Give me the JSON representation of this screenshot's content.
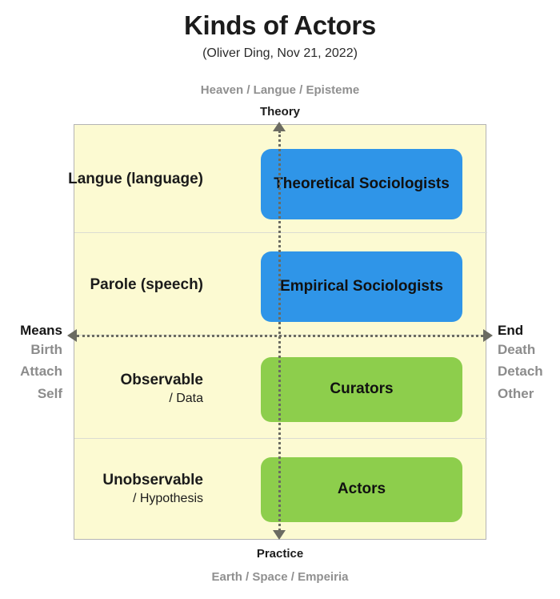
{
  "header": {
    "title": "Kinds of Actors",
    "subtitle": "(Oliver Ding, Nov 21, 2022)"
  },
  "axes": {
    "top": {
      "muted": "Heaven / Langue / Episteme",
      "strong": "Theory"
    },
    "bottom": {
      "strong": "Practice",
      "muted": "Earth / Space / Empeiria"
    },
    "left": {
      "head": "Means",
      "items": [
        "Birth",
        "Attach",
        "Self"
      ]
    },
    "right": {
      "head": "End",
      "items": [
        "Death",
        "Detach",
        "Other"
      ]
    }
  },
  "rows": [
    {
      "label": "Langue (language)",
      "sub": ""
    },
    {
      "label": "Parole (speech)",
      "sub": ""
    },
    {
      "label": "Observable",
      "sub": "/ Data"
    },
    {
      "label": "Unobservable",
      "sub": "/ Hypothesis"
    }
  ],
  "nodes": [
    {
      "label": "Theoretical Sociologists",
      "color": "#2f95e8"
    },
    {
      "label": "Empirical Sociologists",
      "color": "#2f95e8"
    },
    {
      "label": "Curators",
      "color": "#8dce4c"
    },
    {
      "label": "Actors",
      "color": "#8dce4c"
    }
  ],
  "colors": {
    "panel_bg": "#fcfad2",
    "panel_border": "#b4b4b4",
    "divider": "#dcdcd2",
    "blue": "#2f95e8",
    "green": "#8dce4c",
    "axis_line": "#6b6b62",
    "muted_text": "#8c8c8c"
  }
}
